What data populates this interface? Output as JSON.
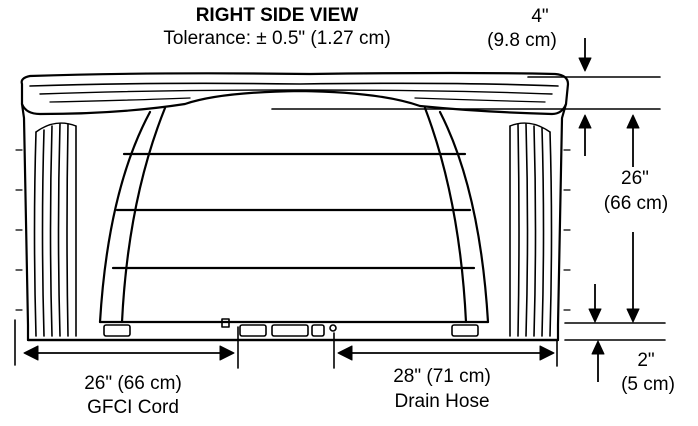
{
  "diagram": {
    "title": "RIGHT SIDE VIEW",
    "tolerance": "Tolerance: ± 0.5\" (1.27 cm)",
    "dimensions": {
      "top_edge": {
        "inches": "4\"",
        "cm": "(9.8 cm)"
      },
      "height": {
        "inches": "26\"",
        "cm": "(66 cm)"
      },
      "base": {
        "inches": "2\"",
        "cm": "(5 cm)"
      },
      "gfci_cord": {
        "length": "26\" (66 cm)",
        "label": "GFCI Cord"
      },
      "drain_hose": {
        "length": "28\" (71 cm)",
        "label": "Drain Hose"
      }
    },
    "colors": {
      "line": "#000000",
      "background": "#ffffff"
    }
  }
}
